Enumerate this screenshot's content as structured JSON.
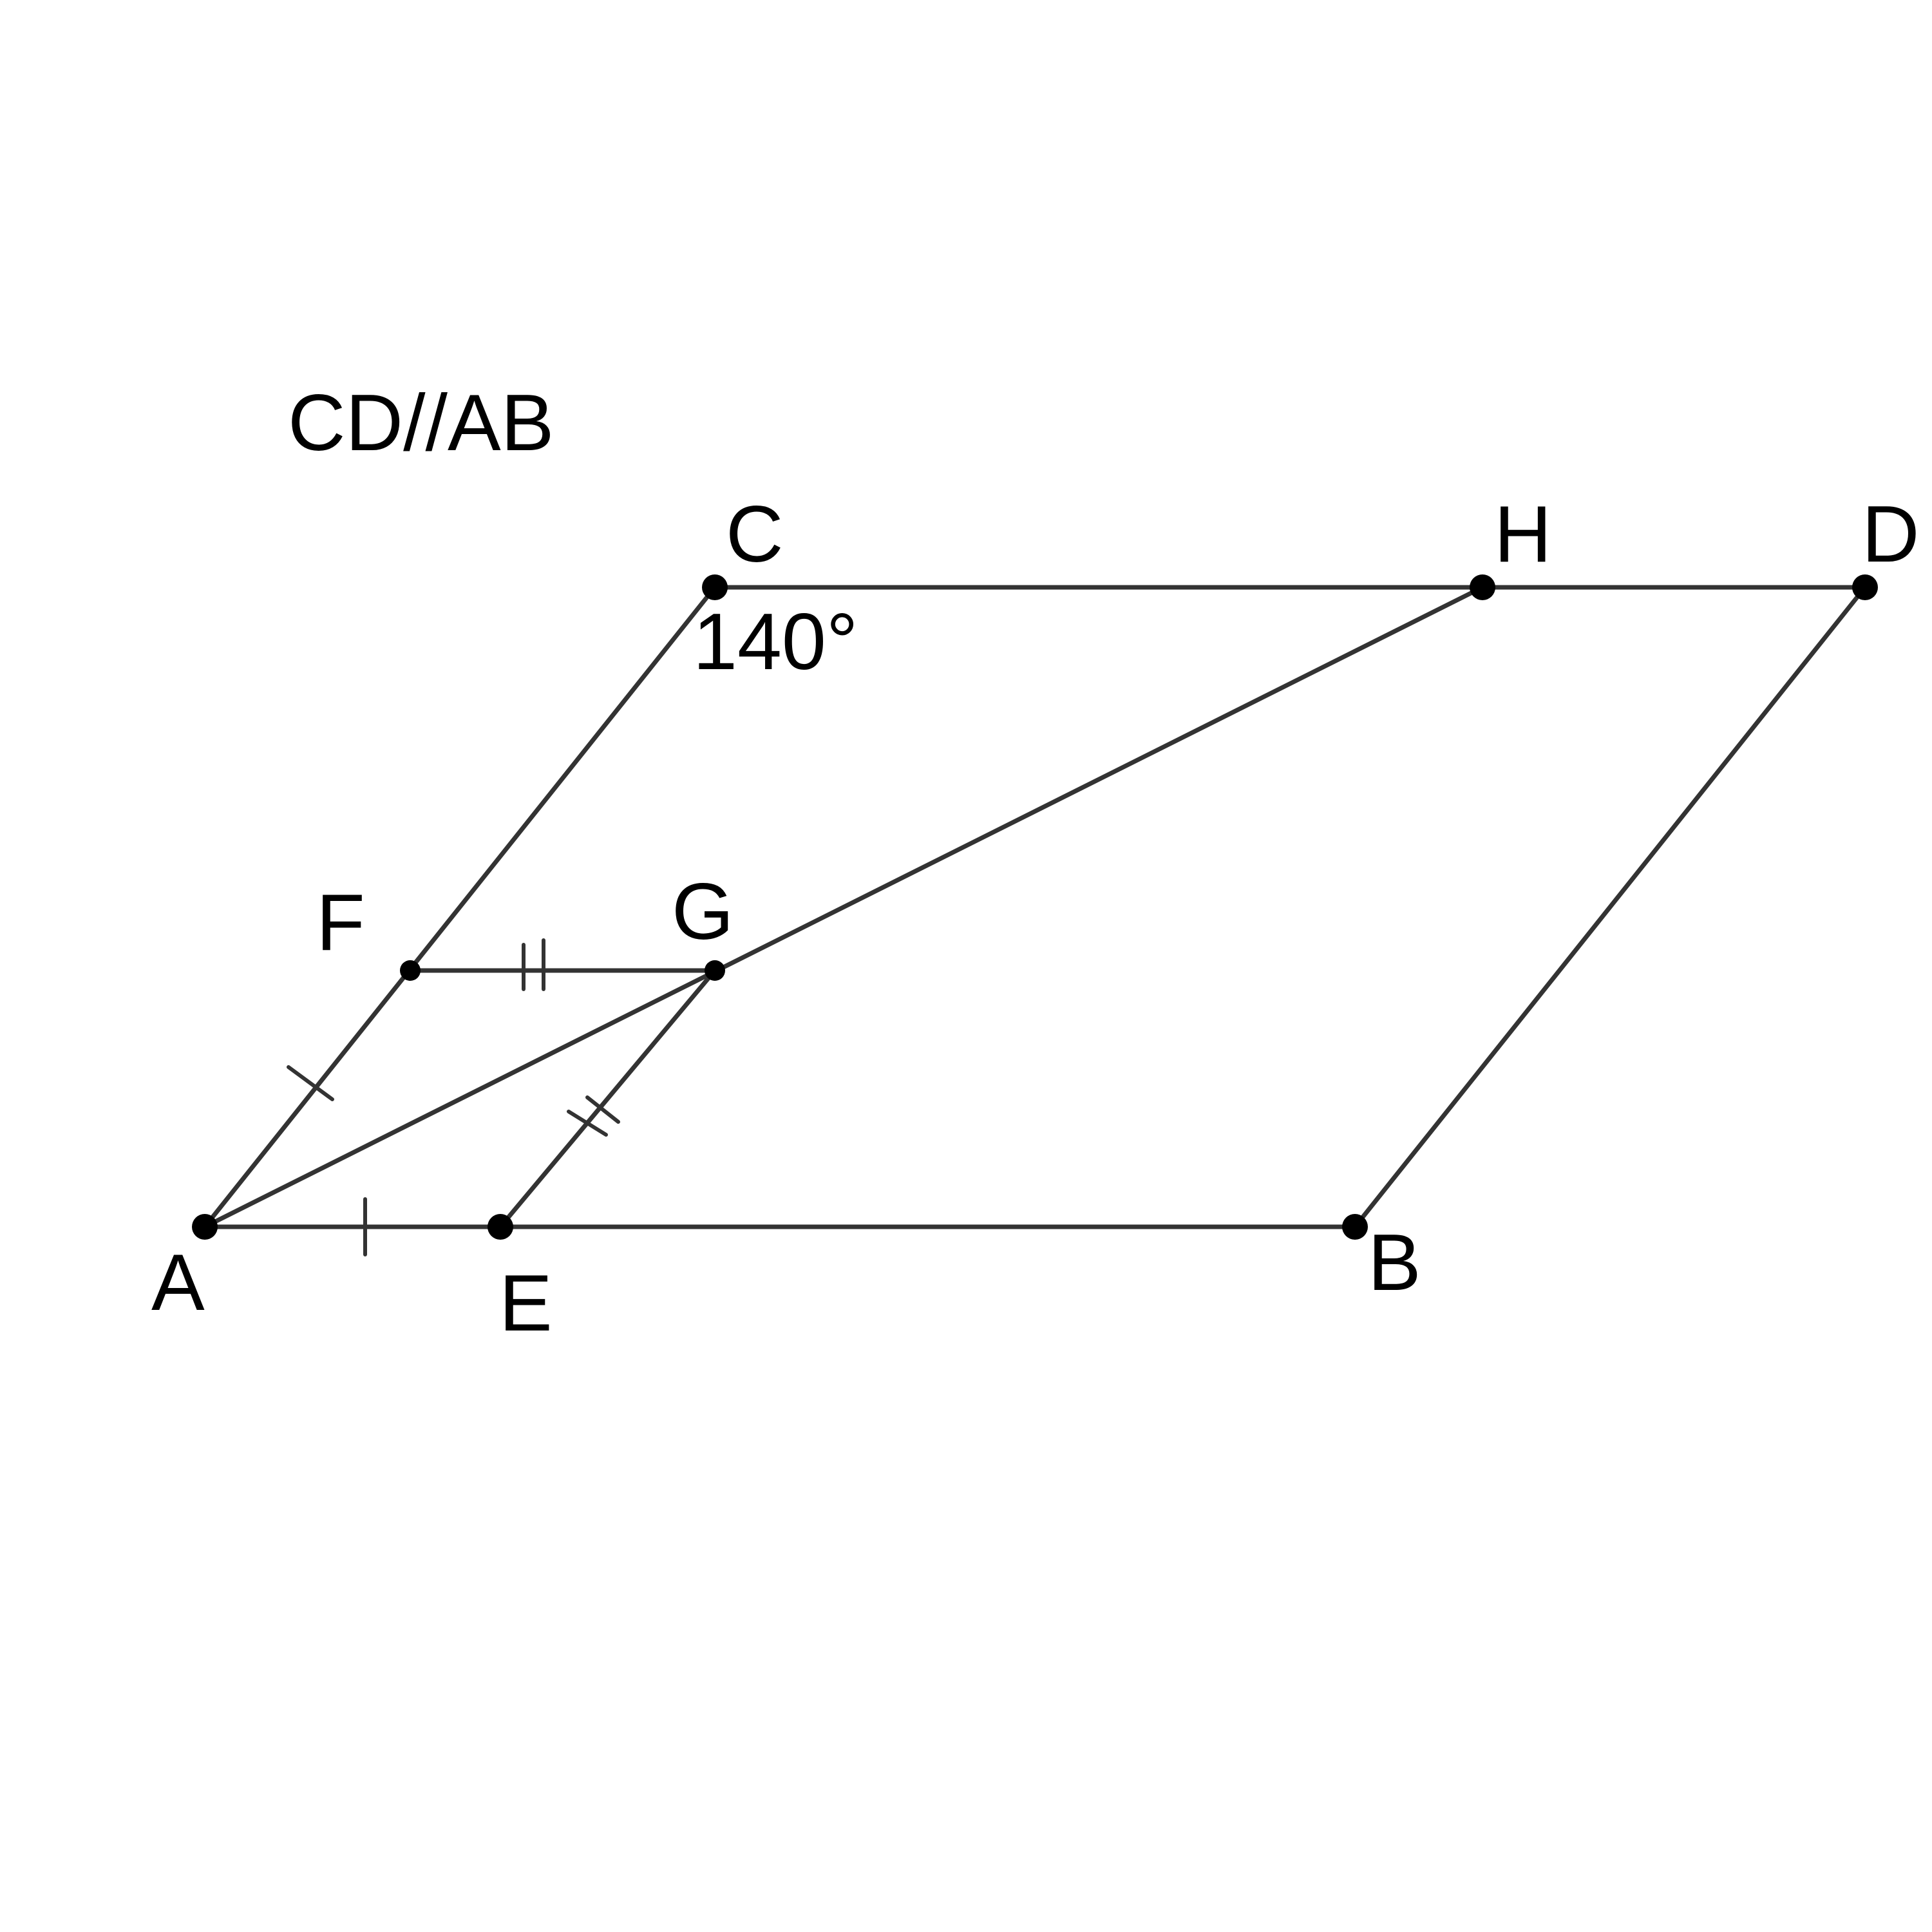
{
  "note": "CD//AB",
  "angle_label": "140°",
  "points": {
    "A": "A",
    "B": "B",
    "C": "C",
    "D": "D",
    "E": "E",
    "F": "F",
    "G": "G",
    "H": "H"
  },
  "colors": {
    "line": "#333333",
    "point": "#000000",
    "text": "#000000",
    "background": "#ffffff"
  }
}
